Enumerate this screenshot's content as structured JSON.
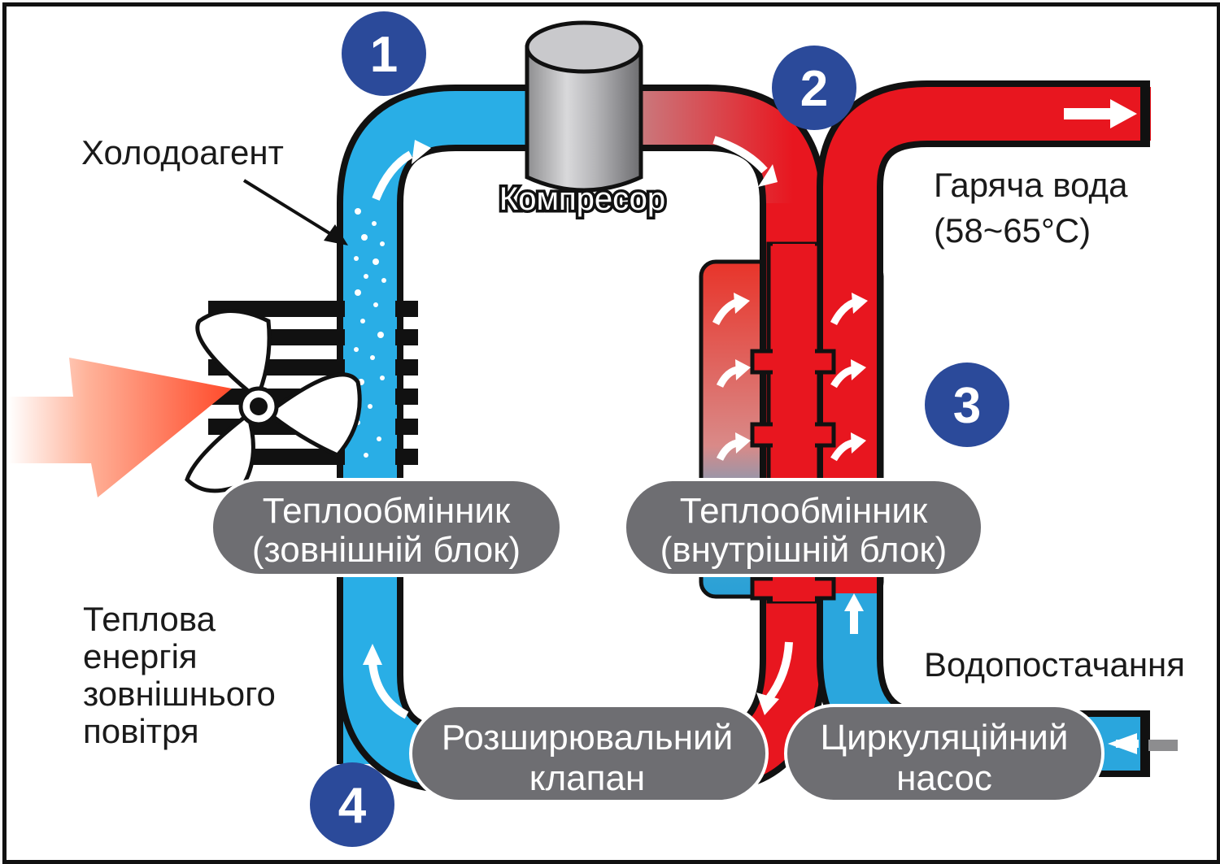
{
  "diagram": {
    "steps": [
      "1",
      "2",
      "3",
      "4"
    ],
    "labels": {
      "refrigerant": "Холодоагент",
      "compressor": "Компресор",
      "hot_water": "Гаряча вода",
      "hot_water_temp": "(58~65°C)",
      "water_supply": "Водопостачання",
      "outdoor_heat": [
        "Теплова",
        "енергія",
        "зовнішнього",
        "повітря"
      ]
    },
    "components": {
      "outdoor_exchanger": [
        "Теплообмінник",
        "(зовнішній блок)"
      ],
      "indoor_exchanger": [
        "Теплообмінник",
        "(внутрішній блок)"
      ],
      "expansion_valve": [
        "Розширювальний",
        "клапан"
      ],
      "circulation_pump": [
        "Циркуляційний",
        "насос"
      ]
    },
    "colors": {
      "cold_pipe": "#29aee6",
      "hot_pipe": "#e8161f",
      "step_badge": "#2b4a9a",
      "component_pill": "#6e6e72",
      "heat_arrow": "#ff7a55"
    },
    "icons": [
      "fan-icon",
      "flow-arrow-icon",
      "heat-arrow-icon"
    ]
  }
}
